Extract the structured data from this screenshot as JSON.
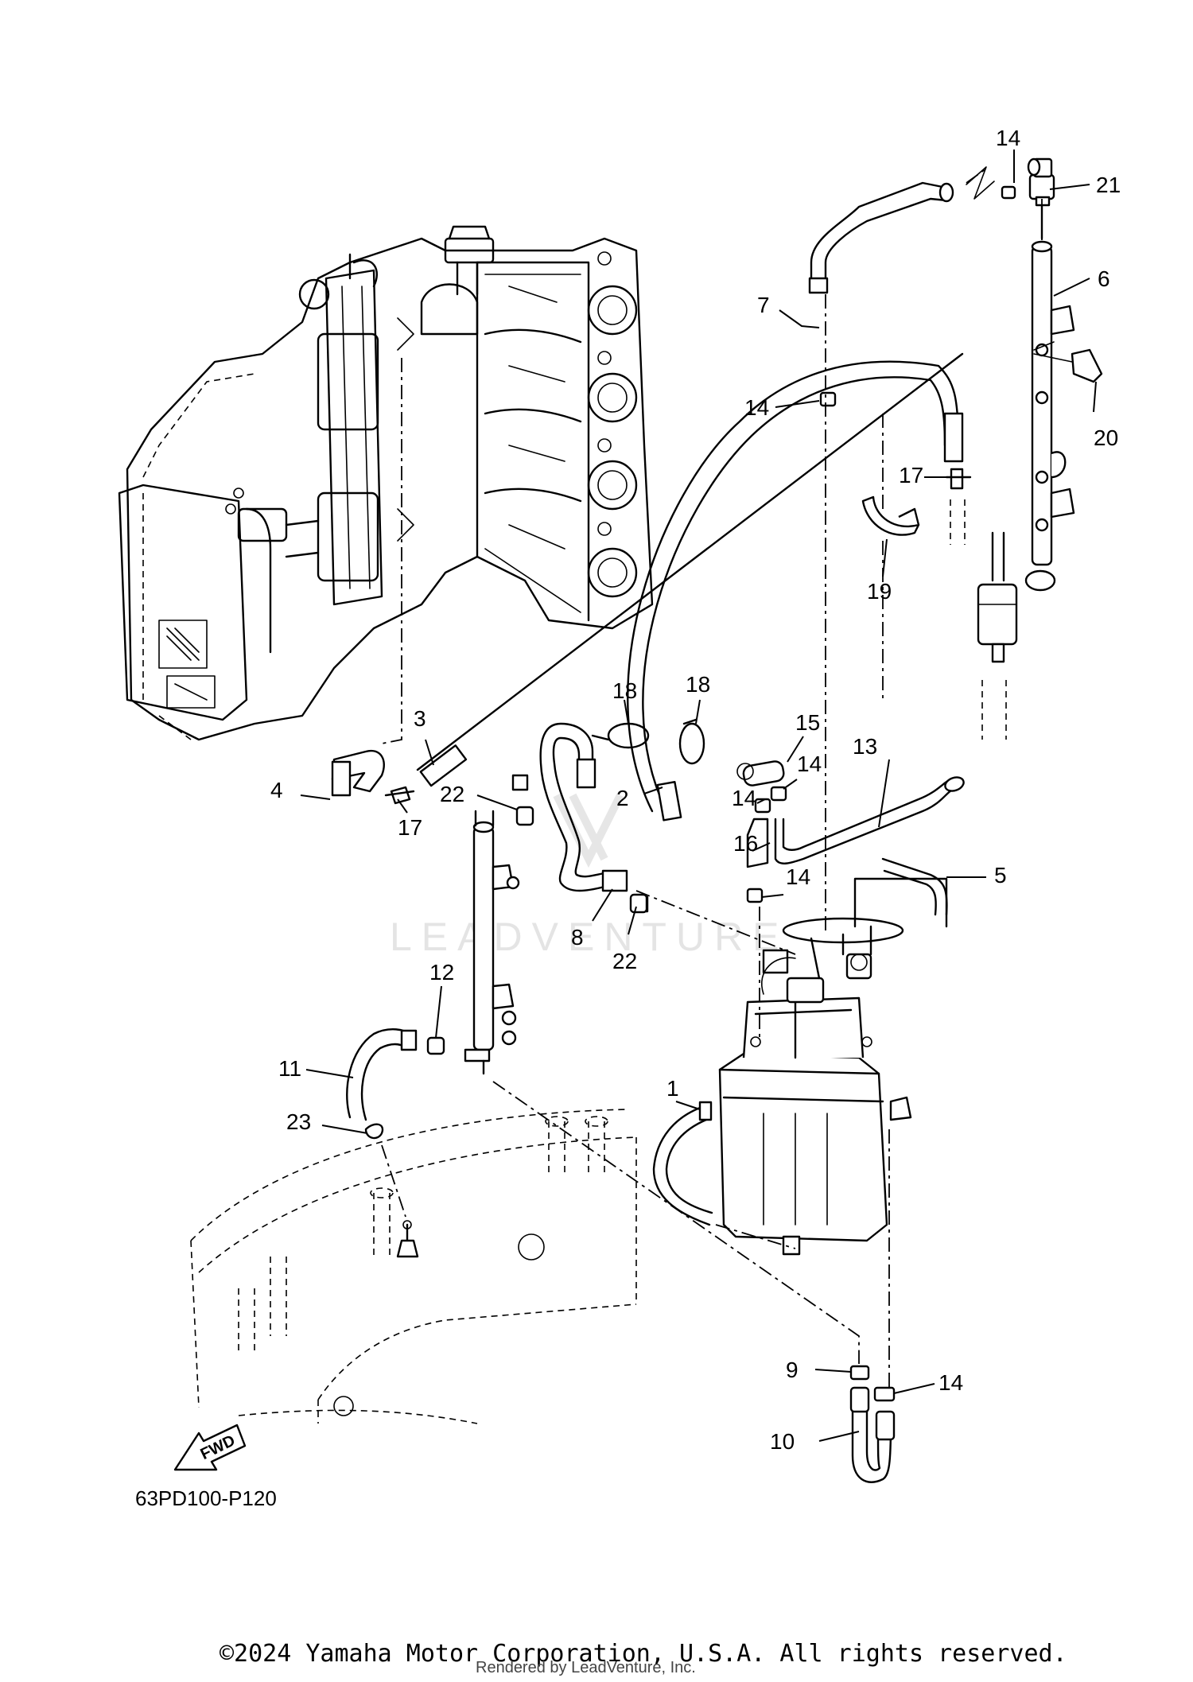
{
  "diagram": {
    "ref_code": "63PD100-P120",
    "fwd_label": "FWD",
    "watermark": "LEADVENTURE",
    "callouts": [
      {
        "id": "c1",
        "label": "1"
      },
      {
        "id": "c2",
        "label": "2"
      },
      {
        "id": "c3",
        "label": "3"
      },
      {
        "id": "c4",
        "label": "4"
      },
      {
        "id": "c5",
        "label": "5"
      },
      {
        "id": "c6",
        "label": "6"
      },
      {
        "id": "c7",
        "label": "7"
      },
      {
        "id": "c8",
        "label": "8"
      },
      {
        "id": "c9",
        "label": "9"
      },
      {
        "id": "c10",
        "label": "10"
      },
      {
        "id": "c11",
        "label": "11"
      },
      {
        "id": "c12",
        "label": "12"
      },
      {
        "id": "c13",
        "label": "13"
      },
      {
        "id": "c14a",
        "label": "14"
      },
      {
        "id": "c14b",
        "label": "14"
      },
      {
        "id": "c14c",
        "label": "14"
      },
      {
        "id": "c14d",
        "label": "14"
      },
      {
        "id": "c14e",
        "label": "14"
      },
      {
        "id": "c14f",
        "label": "14"
      },
      {
        "id": "c15",
        "label": "15"
      },
      {
        "id": "c16",
        "label": "16"
      },
      {
        "id": "c17a",
        "label": "17"
      },
      {
        "id": "c17b",
        "label": "17"
      },
      {
        "id": "c18a",
        "label": "18"
      },
      {
        "id": "c18b",
        "label": "18"
      },
      {
        "id": "c19",
        "label": "19"
      },
      {
        "id": "c20",
        "label": "20"
      },
      {
        "id": "c21",
        "label": "21"
      },
      {
        "id": "c22a",
        "label": "22"
      },
      {
        "id": "c22b",
        "label": "22"
      },
      {
        "id": "c23",
        "label": "23"
      }
    ]
  },
  "footer": {
    "copyright": "©2024 Yamaha Motor Corporation, U.S.A. All rights reserved.",
    "rendered_by": "Rendered by LeadVenture, Inc."
  }
}
